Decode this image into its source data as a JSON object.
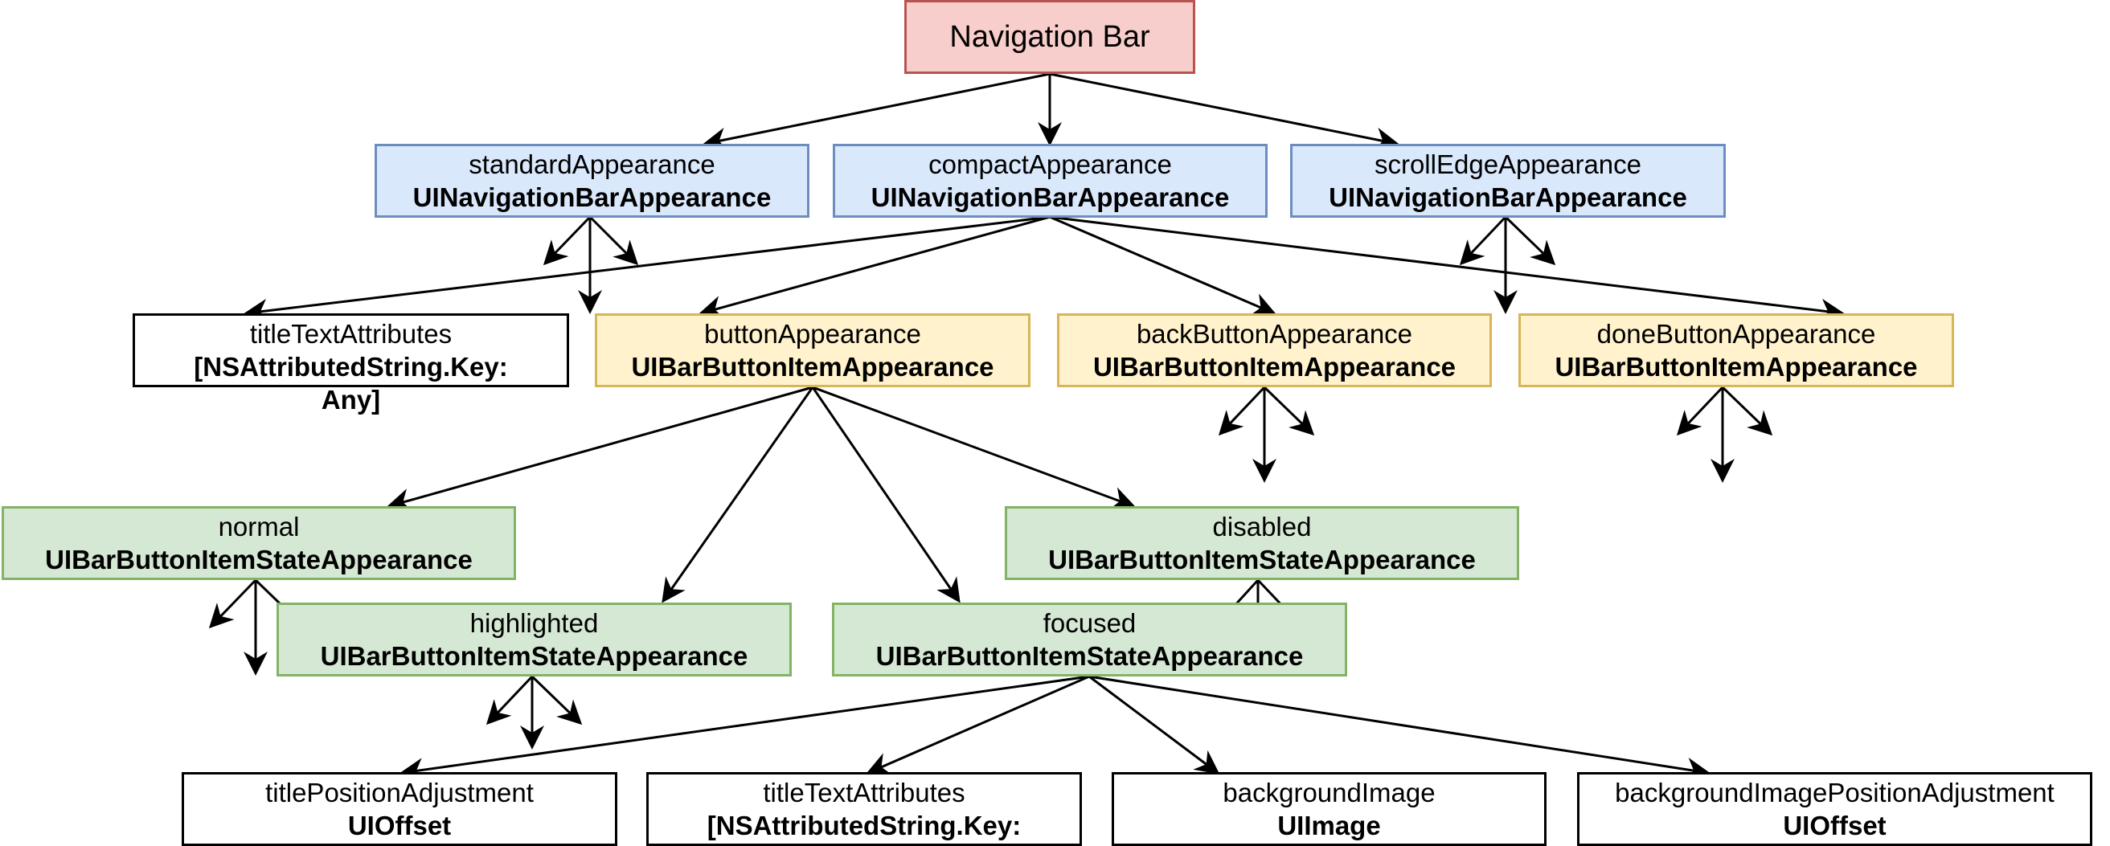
{
  "nodes": {
    "root": {
      "name": "Navigation Bar"
    },
    "standard": {
      "name": "standardAppearance",
      "type": "UINavigationBarAppearance"
    },
    "compact": {
      "name": "compactAppearance",
      "type": "UINavigationBarAppearance"
    },
    "scrollEdge": {
      "name": "scrollEdgeAppearance",
      "type": "UINavigationBarAppearance"
    },
    "titleTextAttrs1": {
      "name": "titleTextAttributes",
      "type": "[NSAttributedString.Key:",
      "type2": "Any]"
    },
    "buttonAppearance": {
      "name": "buttonAppearance",
      "type": "UIBarButtonItemAppearance"
    },
    "backButtonAppearance": {
      "name": "backButtonAppearance",
      "type": "UIBarButtonItemAppearance"
    },
    "doneButtonAppearance": {
      "name": "doneButtonAppearance",
      "type": "UIBarButtonItemAppearance"
    },
    "normal": {
      "name": "normal",
      "type": "UIBarButtonItemStateAppearance"
    },
    "disabled": {
      "name": "disabled",
      "type": "UIBarButtonItemStateAppearance"
    },
    "highlighted": {
      "name": "highlighted",
      "type": "UIBarButtonItemStateAppearance"
    },
    "focused": {
      "name": "focused",
      "type": "UIBarButtonItemStateAppearance"
    },
    "titlePositionAdjustment": {
      "name": "titlePositionAdjustment",
      "type": "UIOffset"
    },
    "titleTextAttrs2": {
      "name": "titleTextAttributes",
      "type": "[NSAttributedString.Key:"
    },
    "backgroundImage": {
      "name": "backgroundImage",
      "type": "UIImage"
    },
    "backgroundImagePositionAdjustment": {
      "name": "backgroundImagePositionAdjustment",
      "type": "UIOffset"
    }
  }
}
